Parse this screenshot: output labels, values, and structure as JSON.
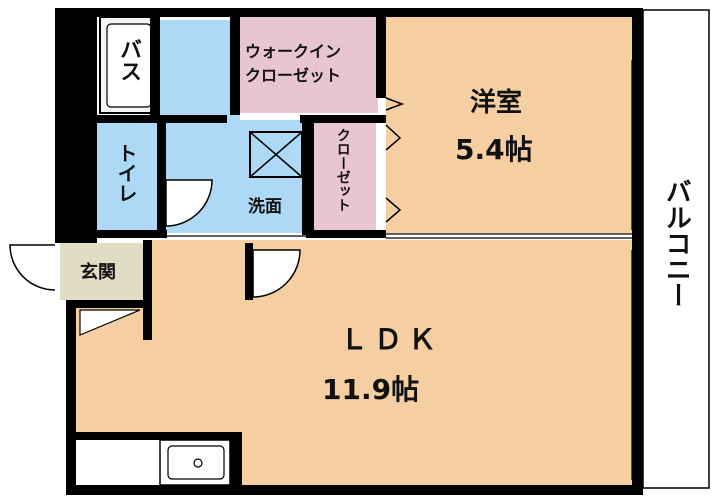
{
  "rooms": {
    "bath": {
      "label": "バス"
    },
    "toilet": {
      "label": "トイレ"
    },
    "washroom": {
      "label": "洗面"
    },
    "walk_in_closet": {
      "label_line1": "ウォークイン",
      "label_line2": "クローゼット"
    },
    "closet": {
      "label": "クローゼット"
    },
    "western_room": {
      "label": "洋室",
      "area": "5.4帖"
    },
    "entrance": {
      "label": "玄関"
    },
    "ldk": {
      "label": "ＬＤＫ",
      "area": "11.9帖"
    },
    "balcony": {
      "label": "バルコニー"
    }
  },
  "colors": {
    "wall": "#000000",
    "wet_area": "#add8f6",
    "living": "#f5cfa2",
    "closet": "#e8c6cf",
    "entrance": "#e1dcc4",
    "bath_frame": "#f4f4f4"
  }
}
